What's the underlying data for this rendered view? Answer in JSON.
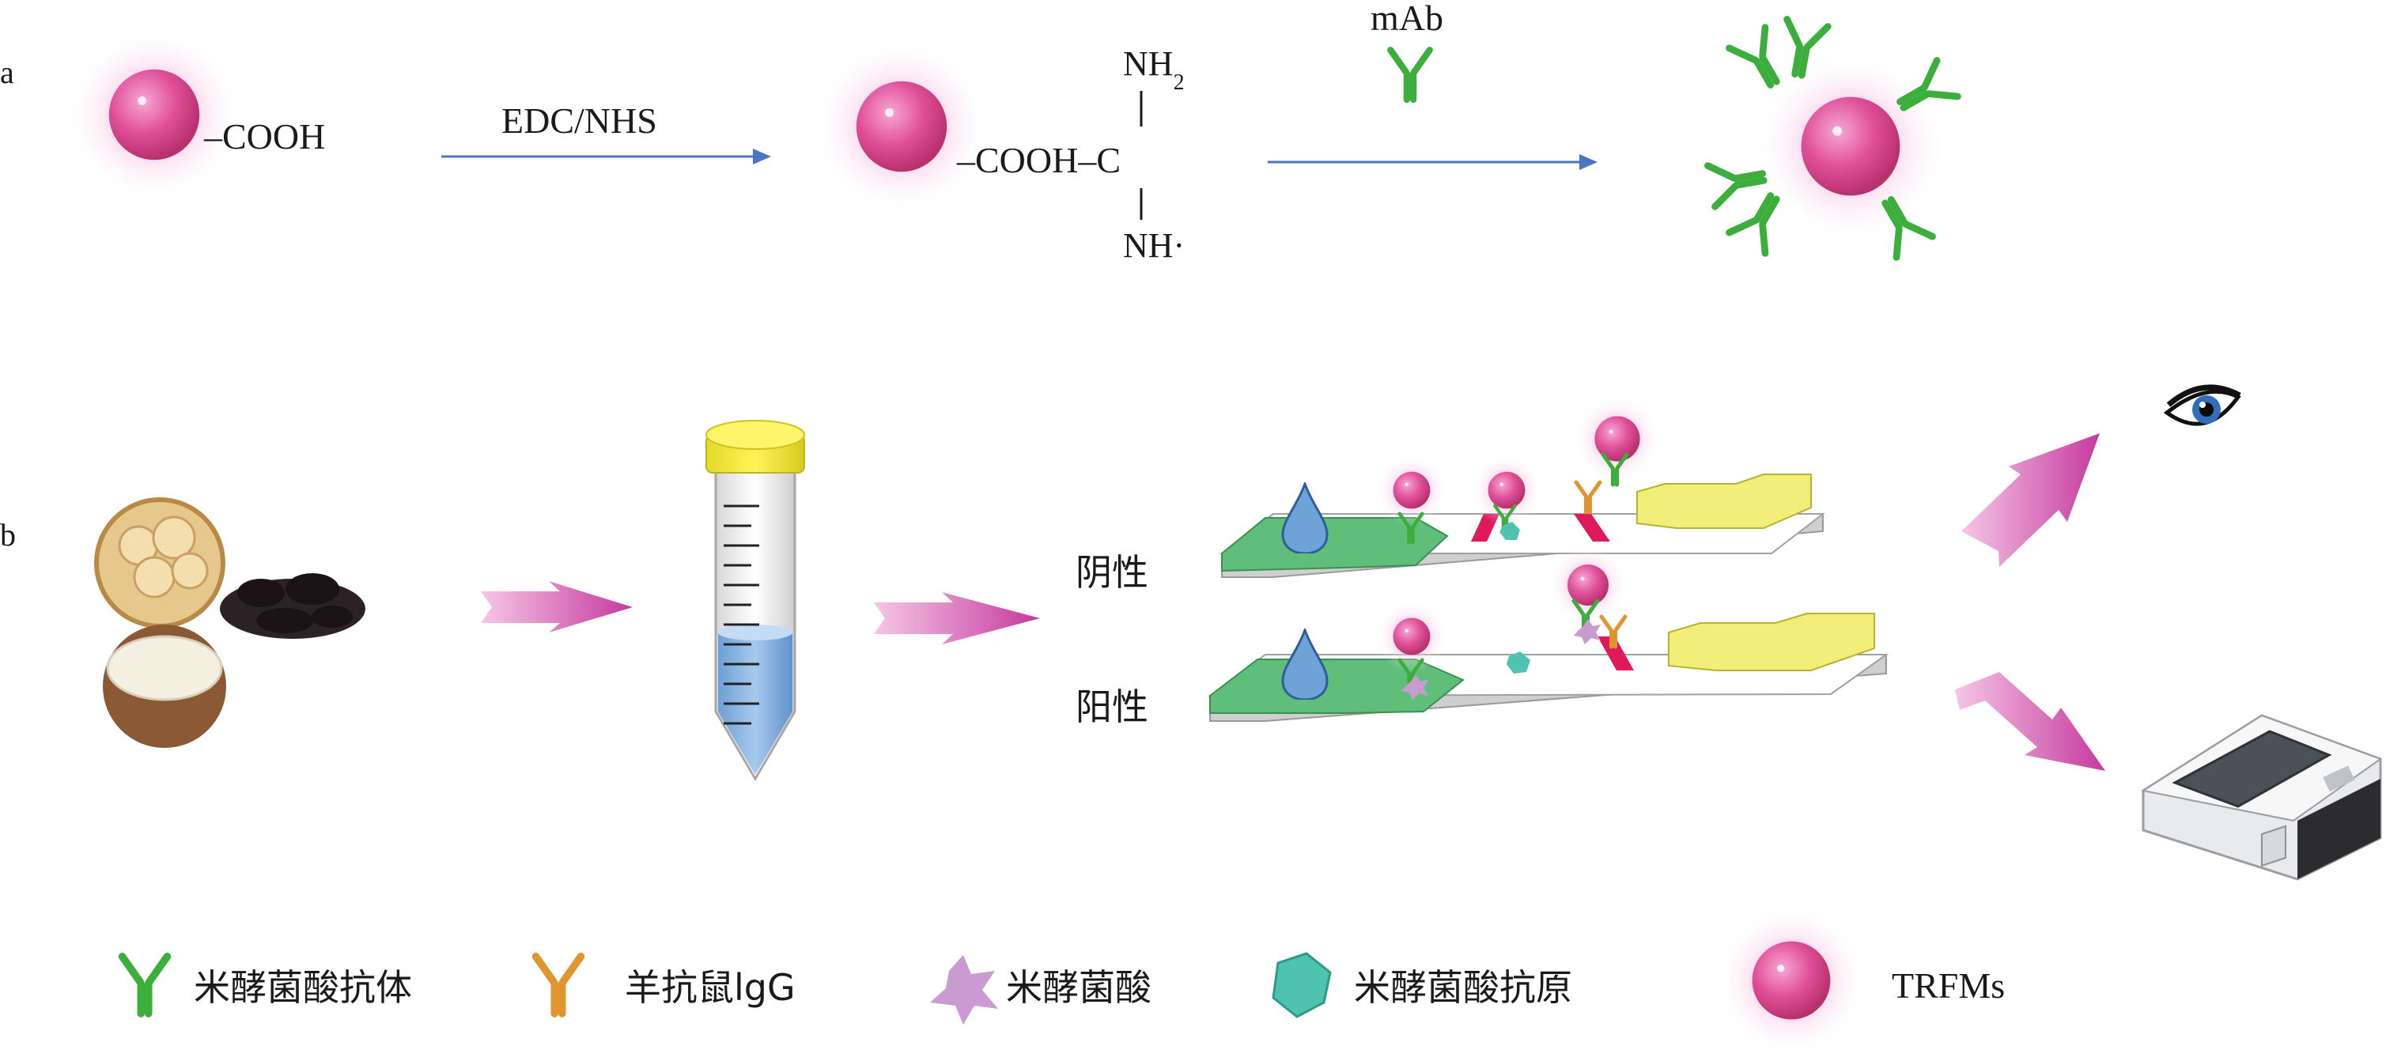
{
  "panel_a": {
    "label": "a",
    "cooh": "–COOH",
    "reagent": "EDC/NHS",
    "cooh_c": "–COOH–C",
    "nh2": "NH",
    "nh2_sub": "2",
    "nh": "NH·",
    "mab": "mAb"
  },
  "panel_b": {
    "label": "b",
    "negative": "阴性",
    "positive": "阳性"
  },
  "legend": {
    "antibody": "米酵菌酸抗体",
    "igg": "羊抗鼠lgG",
    "acid": "米酵菌酸",
    "antigen": "米酵菌酸抗原",
    "trfms": "TRFMs"
  },
  "colors": {
    "bead": "#e0509a",
    "antibody_green": "#3cae3c",
    "igg_orange": "#e0952e",
    "arrow_blue": "#4a74c4",
    "arrow_pink": "#d14aa8",
    "pad_green": "#5fbf7a",
    "pad_yellow": "#f2ee7a",
    "line_red": "#e0195a",
    "acid_purple": "#c99bd0",
    "antigen_teal": "#4fc2b0"
  }
}
